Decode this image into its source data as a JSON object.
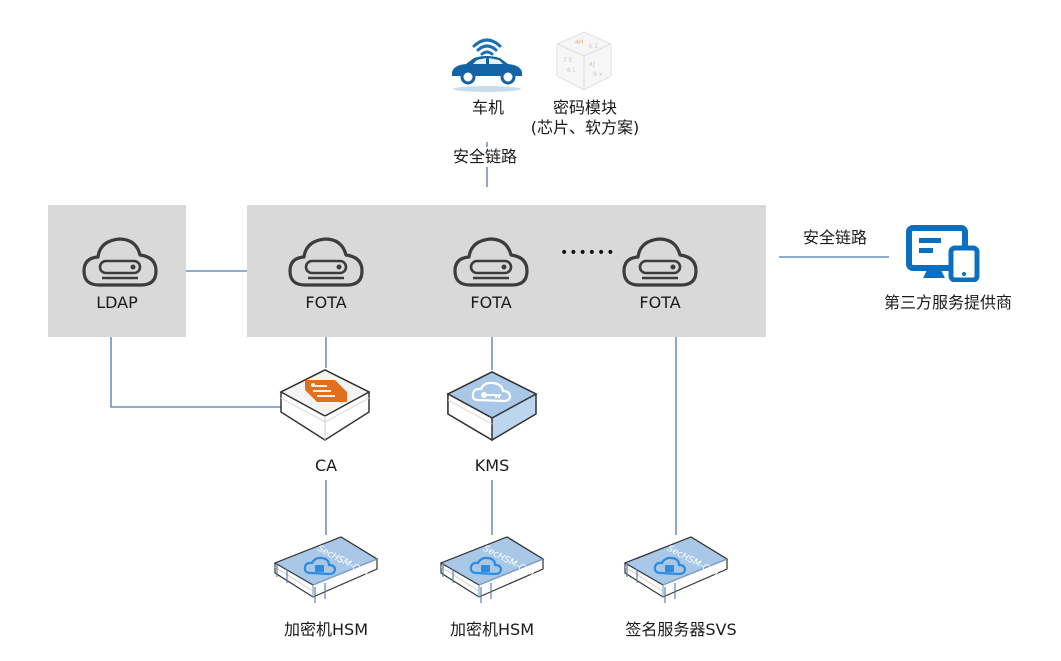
{
  "diagram": {
    "colors": {
      "panel_bg": "#d9d9d9",
      "connector": "#4a7ab0",
      "cloud_icon_stroke": "#3c3c3c",
      "provider_icon": "#0b6fc0",
      "ca_badge": "#e07020",
      "kms_top": "#a9c8e8",
      "hsm_top": "#a9c8e8"
    },
    "top": {
      "vehicle_label": "车机",
      "crypto_module_label_line1": "密码模块",
      "crypto_module_label_line2": "(芯片、软方案)",
      "secure_link_label": "安全链路"
    },
    "ldap": {
      "label": "LDAP",
      "icon": "cloud-server-icon"
    },
    "fota_group": {
      "nodes": [
        {
          "label": "FOTA",
          "icon": "cloud-server-icon"
        },
        {
          "label": "FOTA",
          "icon": "cloud-server-icon"
        },
        {
          "label": "FOTA",
          "icon": "cloud-server-icon"
        }
      ],
      "ellipsis": "••••••"
    },
    "provider": {
      "secure_link_label": "安全链路",
      "label": "第三方服务提供商",
      "icon": "monitor-tablet-icon"
    },
    "middle": {
      "ca_label": "CA",
      "kms_label": "KMS"
    },
    "bottom": {
      "devices": [
        {
          "label": "加密机HSM",
          "brand": "SecHSM-Cloud"
        },
        {
          "label": "加密机HSM",
          "brand": "SecHSM-Cloud"
        },
        {
          "label": "签名服务器SVS",
          "brand": "SecHSM-Cloud"
        }
      ]
    }
  }
}
